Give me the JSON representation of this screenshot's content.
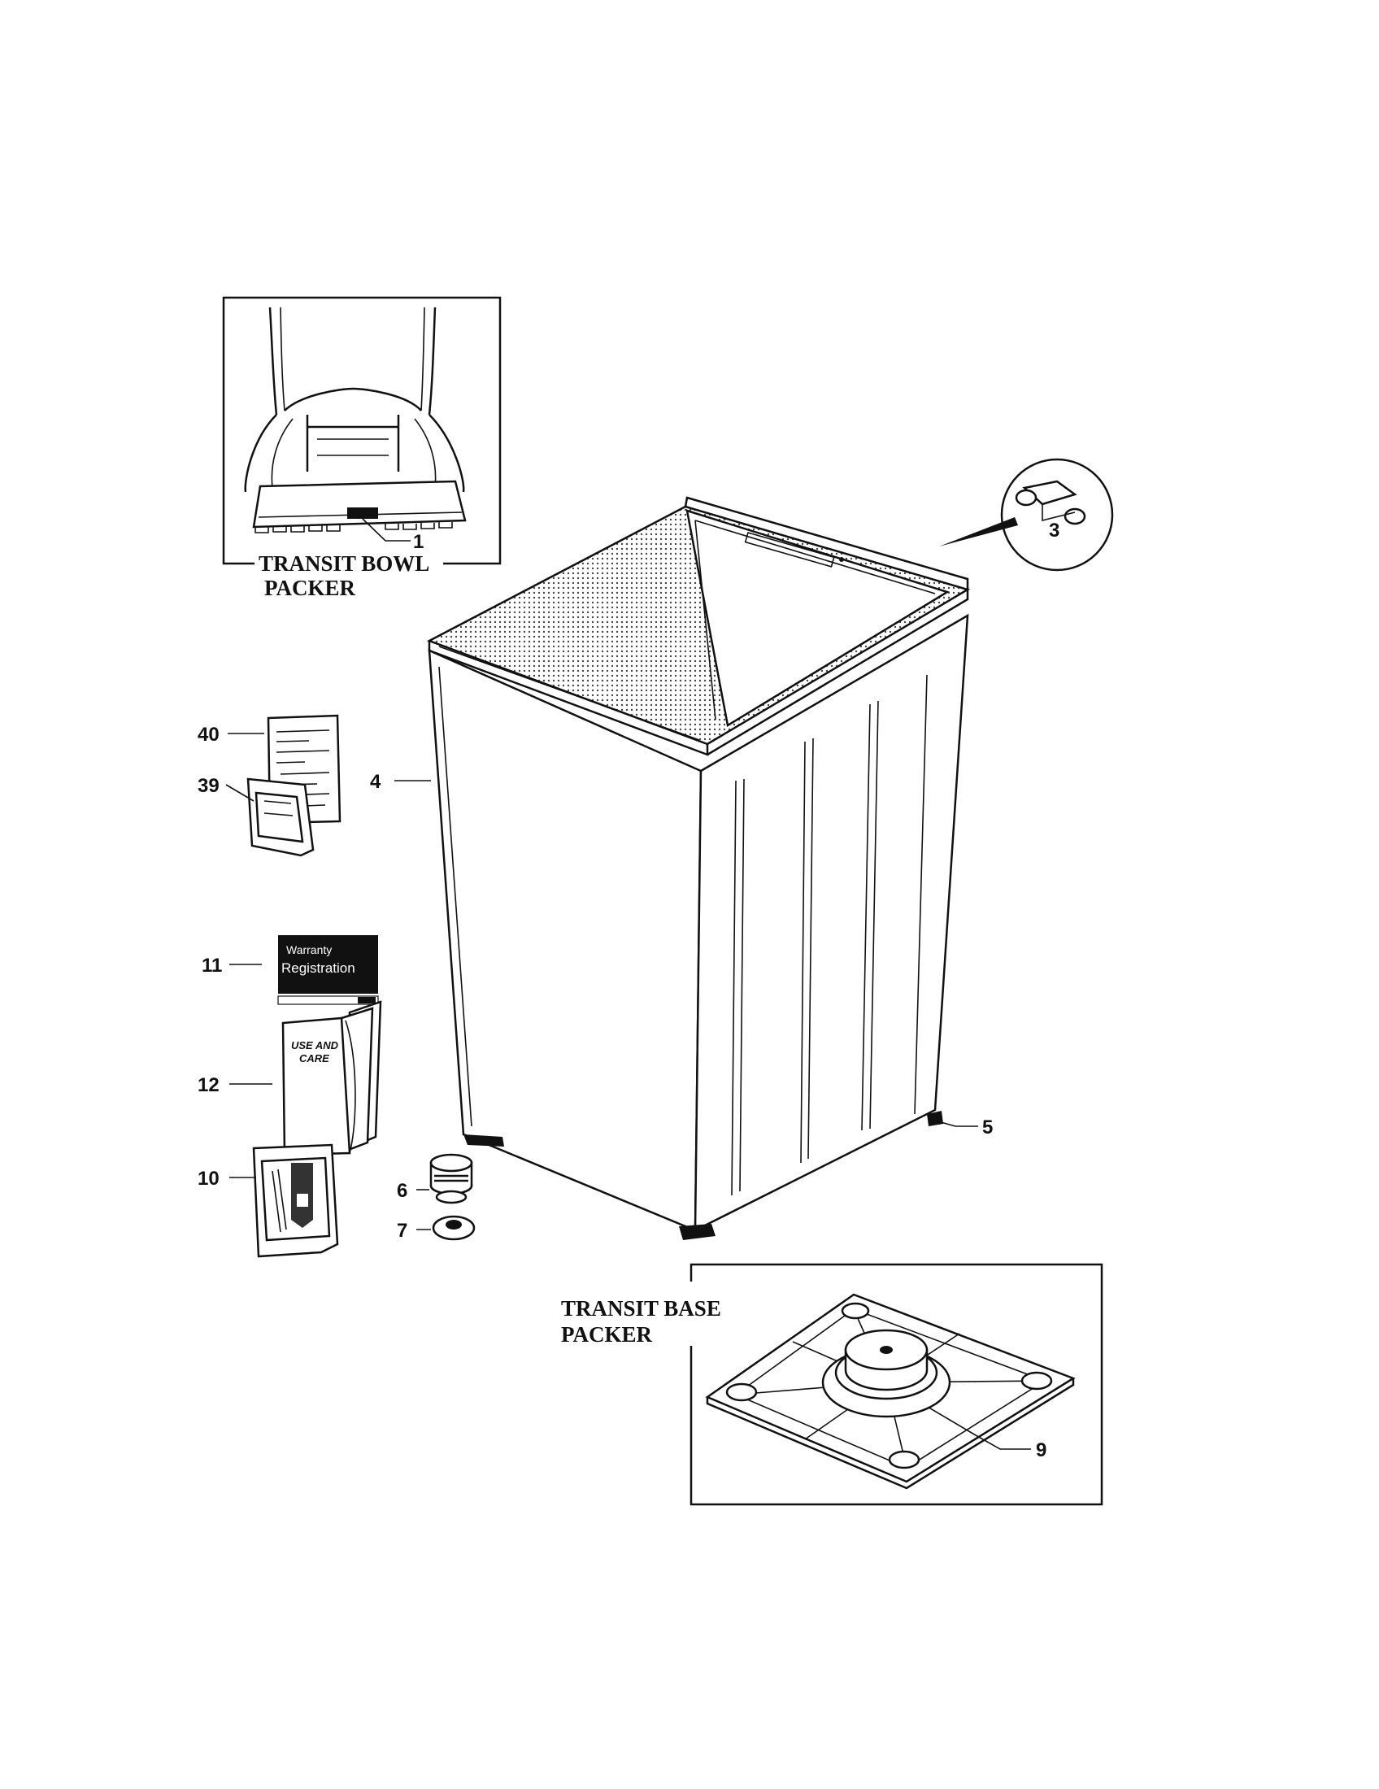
{
  "inset_bowl_packer": {
    "caption_line1": "TRANSIT BOWL",
    "caption_line2": "PACKER",
    "callout": "1"
  },
  "inset_base_packer": {
    "caption_line1": "TRANSIT BASE",
    "caption_line2": "PACKER",
    "callout": "9"
  },
  "callouts": {
    "clip": "3",
    "cabinet": "4",
    "foot": "5",
    "plug": "6",
    "washer": "7",
    "label_sheet": "40",
    "bag_39": "39",
    "warranty_card": "11",
    "manual": "12",
    "bag_10": "10"
  },
  "warranty_card": {
    "line1": "Warranty",
    "line2": "Registration"
  },
  "manual": {
    "title_line1": "USE AND",
    "title_line2": "CARE"
  }
}
